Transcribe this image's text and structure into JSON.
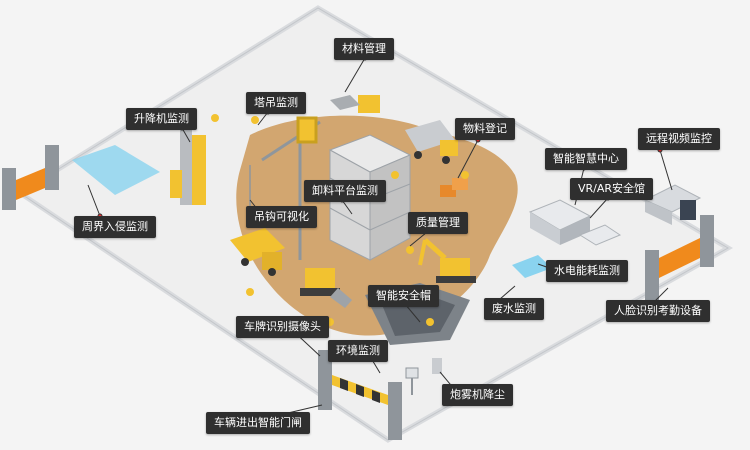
{
  "labels": {
    "material": "材料管理",
    "tower_crane": "塔吊监测",
    "hoist": "升降机监测",
    "material_register": "物料登记",
    "smart_center": "智能智慧中心",
    "remote_video": "远程视频监控",
    "vr_ar": "VR/AR安全馆",
    "perimeter": "周界入侵监测",
    "hook": "吊钩可视化",
    "unloading": "卸料平台监测",
    "quality": "质量管理",
    "water_power": "水电能耗监测",
    "helmet": "智能安全帽",
    "wastewater": "废水监测",
    "face_recognition": "人脸识别考勤设备",
    "plate_camera": "车牌识别摄像头",
    "environment": "环境监测",
    "fog_cannon": "炮雾机降尘",
    "vehicle_gate": "车辆进出智能门闸"
  },
  "colors": {
    "label_bg": "#2f2f2f",
    "soil": "#cfa56f",
    "pit": "#8a8f94",
    "wall": "#d7d9dc",
    "accent_yellow": "#f2c230",
    "accent_orange": "#f08a1c",
    "water": "#8ad3ef"
  }
}
